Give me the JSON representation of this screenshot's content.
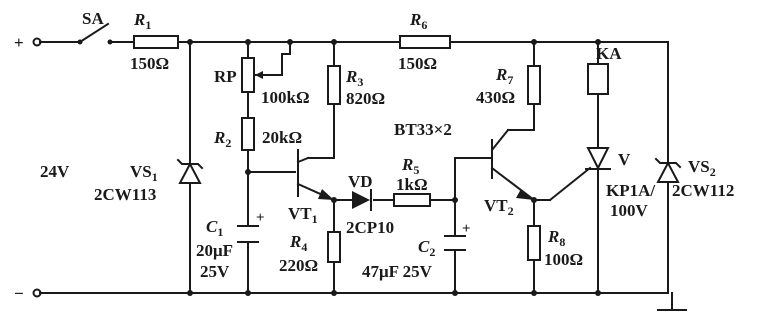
{
  "terminals": {
    "plus": "+",
    "minus": "−"
  },
  "supply": {
    "voltage": "24V"
  },
  "sa": {
    "label": "SA"
  },
  "r1": {
    "name": "R",
    "sub": "1",
    "value": "150Ω"
  },
  "r6": {
    "name": "R",
    "sub": "6",
    "value": "150Ω"
  },
  "rp": {
    "name": "RP",
    "value": "100kΩ"
  },
  "r2": {
    "name": "R",
    "sub": "2",
    "value": "20kΩ"
  },
  "r3": {
    "name": "R",
    "sub": "3",
    "value": "820Ω"
  },
  "r4": {
    "name": "R",
    "sub": "4",
    "value": "220Ω"
  },
  "r5": {
    "name": "R",
    "sub": "5",
    "value": "1kΩ"
  },
  "r7": {
    "name": "R",
    "sub": "7",
    "value": "430Ω"
  },
  "r8": {
    "name": "R",
    "sub": "8",
    "value": "100Ω"
  },
  "c1": {
    "name": "C",
    "sub": "1",
    "value1": "20μF",
    "value2": "25V",
    "polarity": "+"
  },
  "c2": {
    "name": "C",
    "sub": "2",
    "value": "47μF 25V",
    "polarity": "+"
  },
  "vs1": {
    "name": "VS",
    "sub": "1",
    "part": "2CW113"
  },
  "vs2": {
    "name": "VS",
    "sub": "2",
    "part": "2CW112"
  },
  "vt1": {
    "name": "VT",
    "sub": "1"
  },
  "vt2": {
    "name": "VT",
    "sub": "2"
  },
  "bt": {
    "label": "BT33×2"
  },
  "vd": {
    "name": "VD",
    "part": "2CP10"
  },
  "ka": {
    "label": "KA"
  },
  "thyristor": {
    "name": "V",
    "part": "KP1A/",
    "rating": "100V"
  }
}
